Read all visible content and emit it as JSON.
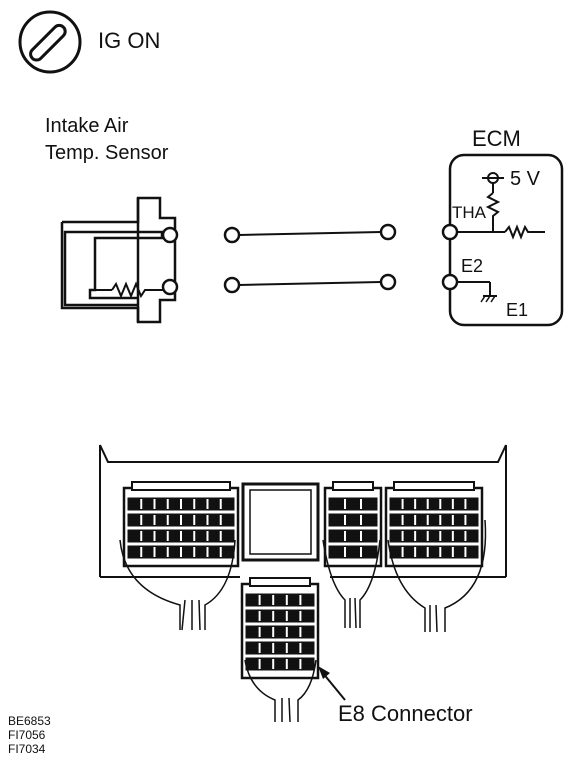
{
  "ignition": {
    "label": "IG ON",
    "icon": "ignition-key-icon"
  },
  "sensor": {
    "line1": "Intake Air",
    "line2": "Temp. Sensor"
  },
  "ecm": {
    "title": "ECM",
    "voltage": "5 V",
    "tha": "THA",
    "e2": "E2",
    "e1": "E1"
  },
  "connector": {
    "label": "E8 Connector"
  },
  "figure_codes": [
    "BE6853",
    "FI7056",
    "FI7034"
  ]
}
